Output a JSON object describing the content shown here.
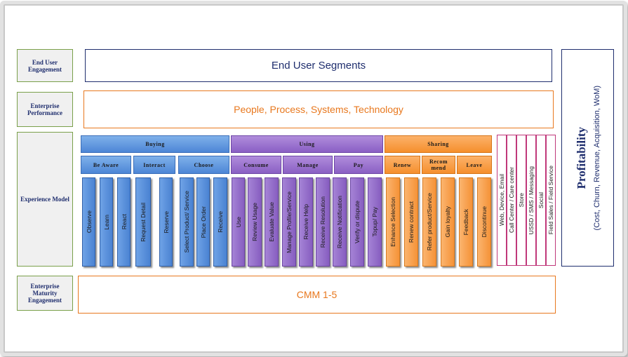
{
  "row_labels": {
    "end_user": "End User Engagement",
    "enterprise_perf": "Enterprise Performance",
    "experience": "Experience Model",
    "maturity": "Enterprise Maturity Engagement"
  },
  "boxes": {
    "end_user_segments": "End User Segments",
    "people_process": "People, Process, Systems, Technology",
    "cmm": "CMM 1-5"
  },
  "phases": {
    "buying": "Buying",
    "using": "Using",
    "sharing": "Sharing"
  },
  "stages": {
    "be_aware": "Be Aware",
    "interact": "Interact",
    "choose": "Choose",
    "consume": "Consume",
    "manage": "Manage",
    "pay": "Pay",
    "renew": "Renew",
    "recommend": "Recom mend",
    "leave": "Leave"
  },
  "activities": {
    "observe": "Observe",
    "learn": "Learn",
    "react": "React",
    "request_detail": "Request Detail",
    "reserve": "Reserve",
    "select_product": "Select Product/ Service",
    "place_order": "Place Order",
    "receive": "Receive",
    "use": "Use",
    "review_usage": "Review Usage",
    "evaluate_value": "Evaluate Value",
    "manage_profile": "Manage Profile/Service",
    "receive_help": "Receive Help",
    "receive_resolution": "Receive Resolution",
    "receive_notification": "Receive Notification",
    "verify_dispute": "Verify or dispute",
    "topup_pay": "Topup/ Pay",
    "enhance_selection": "Enhance Selection",
    "renew_contract": "Renew contract",
    "refer_product": "Refer product/Service",
    "gain_loyalty": "Gain loyalty",
    "feedback": "Feedback",
    "discontinue": "Discontinue"
  },
  "channels": {
    "web": "Web, Device, Email",
    "call_center": "Call Center / Care center",
    "store": "Store",
    "ussd": "USSD / SMS / Messaging",
    "social": "Social",
    "field_sales": "Field Sales / Field Service"
  },
  "profitability": {
    "title": "Profitability",
    "subtitle": "(Cost, Churn, Revenue, Acquisition, WoM)"
  },
  "colors": {
    "navy": "#1f2e6e",
    "orange": "#e8781e",
    "blue": "#4a82d2",
    "purple": "#875ec0",
    "amber": "#f59237",
    "magenta": "#c0387a",
    "green_border": "#7aa04a"
  }
}
